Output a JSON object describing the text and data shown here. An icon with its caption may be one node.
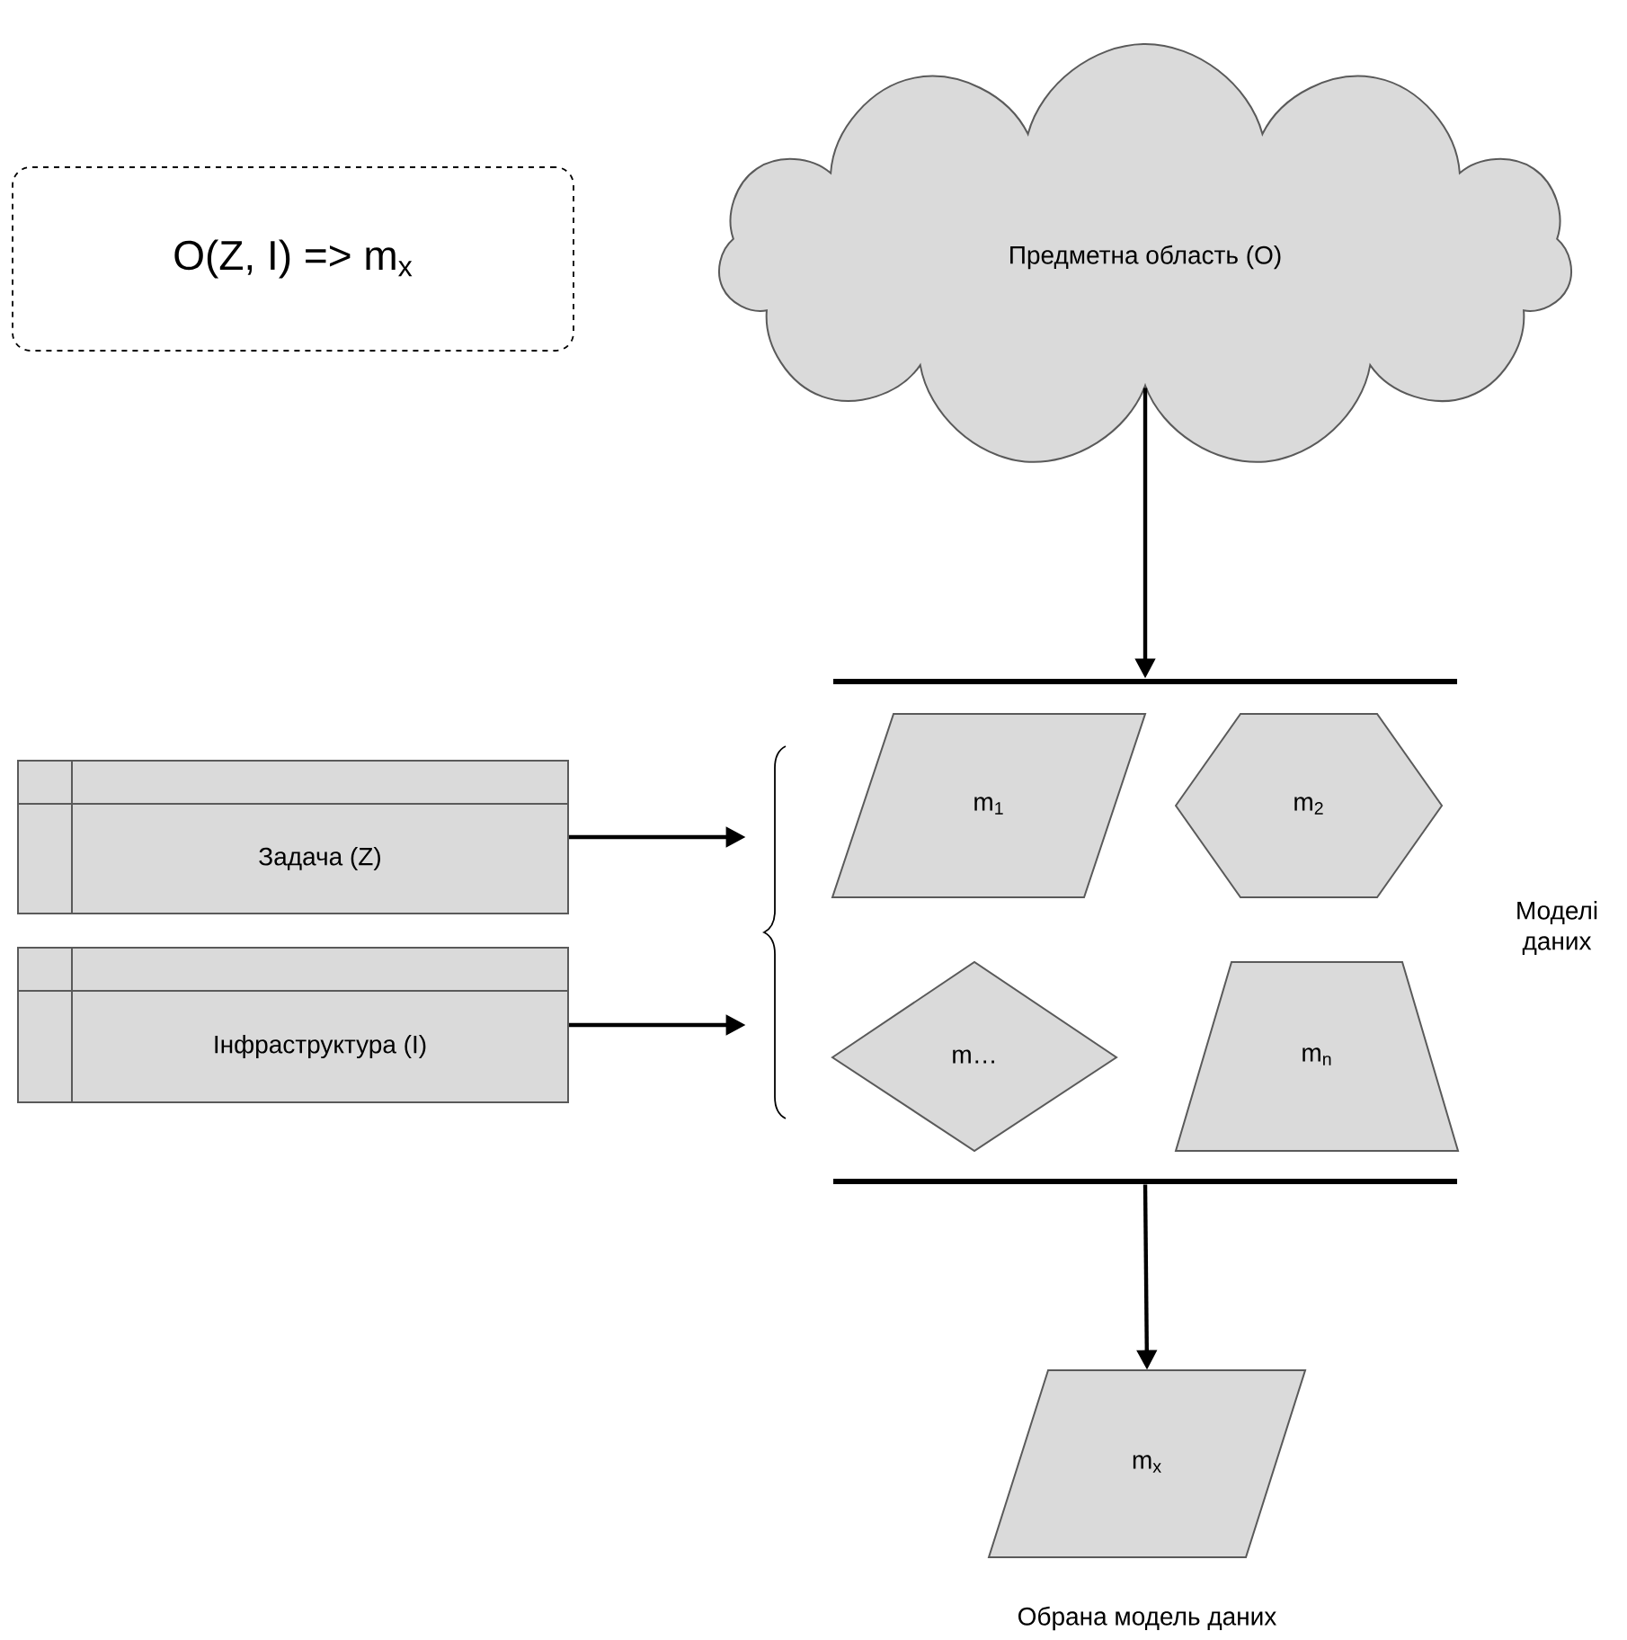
{
  "diagram": {
    "nodes": [
      {
        "text": [
          "O(Z, I) => m$_{x}$"
        ]
      },
      {
        "text": [
          "Предметна область (O)"
        ]
      },
      {
        "text": [],
        "shape": "bar"
      },
      {
        "text": [
          "Задача (Z)"
        ]
      },
      {
        "text": [
          "Інфраструктура (I)"
        ]
      },
      {
        "text": [],
        "shape": "brace"
      },
      {
        "text": [
          "m$_{1}$"
        ]
      },
      {
        "text": [
          "m$_{2}$"
        ]
      },
      {
        "text": [
          "m…"
        ]
      },
      {
        "text": [
          "m$_{n}$"
        ]
      },
      {
        "text": [],
        "shape": "bar"
      },
      {
        "text": [
          "m$_{x}$"
        ],
        "beside": [
          "Обрана модель даних"
        ]
      }
    ],
    "edges": [
      {
        "from": 1,
        "to": 2,
        "arrow": "to"
      },
      {
        "from": 3,
        "to": 5,
        "arrow": "to"
      },
      {
        "from": 4,
        "to": 5,
        "arrow": "to"
      },
      {
        "from": 10,
        "to": 11,
        "arrow": "to"
      }
    ],
    "labels": [
      "Моделі даних"
    ]
  }
}
